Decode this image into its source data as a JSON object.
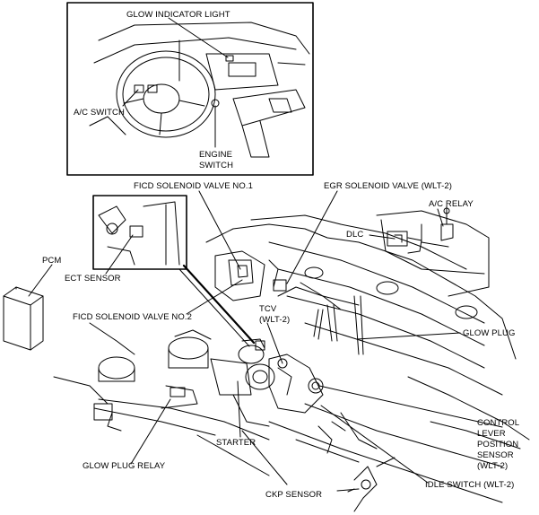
{
  "labels": {
    "glow_indicator_light": "GLOW INDICATOR LIGHT",
    "ac_switch": "A/C SWITCH",
    "engine_switch_1": "ENGINE",
    "engine_switch_2": "SWITCH",
    "ficd_valve_1": "FICD SOLENOID VALVE NO.1",
    "egr_valve": "EGR SOLENOID VALVE (WLT-2)",
    "ac_relay": "A/C RELAY",
    "dlc": "DLC",
    "pcm": "PCM",
    "ect_sensor": "ECT SENSOR",
    "ficd_valve_2": "FICD SOLENOID VALVE NO.2",
    "tcv_1": "TCV",
    "tcv_2": "(WLT-2)",
    "glow_plug": "GLOW PLUG",
    "control_lever_1": "CONTROL",
    "control_lever_2": "LEVER",
    "control_lever_3": "POSITION",
    "control_lever_4": "SENSOR",
    "control_lever_5": "(WLT-2)",
    "starter": "STARTER",
    "glow_plug_relay": "GLOW PLUG RELAY",
    "idle_switch": "IDLE SWITCH (WLT-2)",
    "ckp_sensor": "CKP SENSOR"
  },
  "colors": {
    "line": "#000000",
    "background": "#ffffff"
  }
}
